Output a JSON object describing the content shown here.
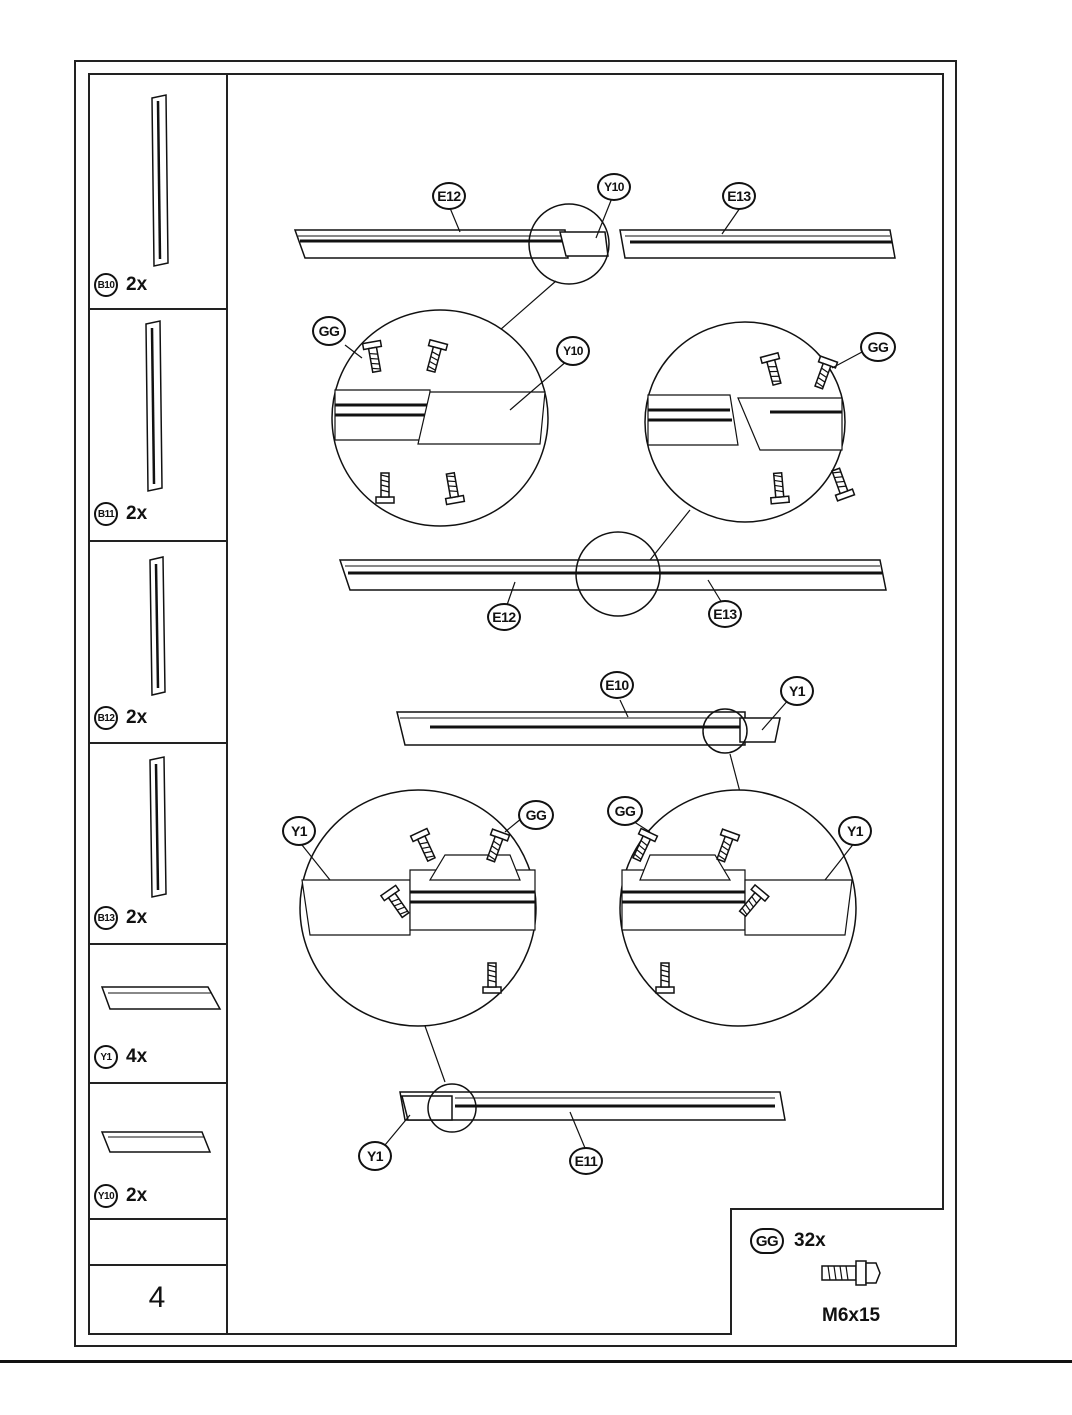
{
  "step": {
    "number": "4"
  },
  "parts": [
    {
      "code": "B10",
      "qty": "2x"
    },
    {
      "code": "B11",
      "qty": "2x"
    },
    {
      "code": "B12",
      "qty": "2x"
    },
    {
      "code": "B13",
      "qty": "2x"
    },
    {
      "code": "Y1",
      "qty": "4x"
    },
    {
      "code": "Y10",
      "qty": "2x"
    }
  ],
  "hardware": {
    "code": "GG",
    "qty": "32x",
    "size": "M6x15"
  },
  "labels": {
    "e12": "E12",
    "e13": "E13",
    "y10": "Y10",
    "gg": "GG",
    "e10": "E10",
    "e11": "E11",
    "y1": "Y1"
  }
}
